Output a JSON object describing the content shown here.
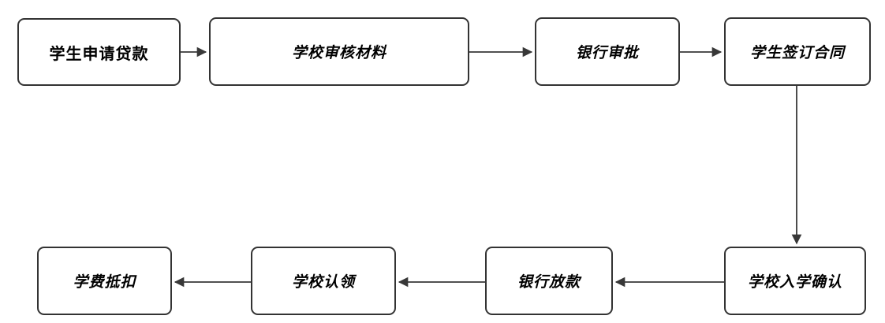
{
  "diagram": {
    "type": "flowchart",
    "description": "student loan process flow",
    "nodes": [
      {
        "id": "student-apply",
        "label": "学生申请贷款",
        "text_style": "upright-bold"
      },
      {
        "id": "school-review",
        "label": "学校审核材料",
        "text_style": "bold-italic"
      },
      {
        "id": "bank-approval",
        "label": "银行审批",
        "text_style": "bold-italic"
      },
      {
        "id": "student-sign",
        "label": "学生签订合同",
        "text_style": "bold-italic"
      },
      {
        "id": "enroll-confirm",
        "label": "学校入学确认",
        "text_style": "bold-italic"
      },
      {
        "id": "bank-disburse",
        "label": "银行放款",
        "text_style": "bold-italic"
      },
      {
        "id": "school-claim",
        "label": "学校认领",
        "text_style": "bold-italic"
      },
      {
        "id": "tuition-deduct",
        "label": "学费抵扣",
        "text_style": "bold-italic"
      }
    ],
    "edges": [
      {
        "from": "student-apply",
        "to": "school-review",
        "direction": "right"
      },
      {
        "from": "school-review",
        "to": "bank-approval",
        "direction": "right"
      },
      {
        "from": "bank-approval",
        "to": "student-sign",
        "direction": "right"
      },
      {
        "from": "student-sign",
        "to": "enroll-confirm",
        "direction": "down"
      },
      {
        "from": "enroll-confirm",
        "to": "bank-disburse",
        "direction": "left"
      },
      {
        "from": "bank-disburse",
        "to": "school-claim",
        "direction": "left"
      },
      {
        "from": "school-claim",
        "to": "tuition-deduct",
        "direction": "left"
      }
    ],
    "colors": {
      "node_fill": "#ffffff",
      "node_border": "#333333",
      "edge_stroke": "#383838",
      "text": "#000000",
      "background": "#ffffff"
    }
  }
}
